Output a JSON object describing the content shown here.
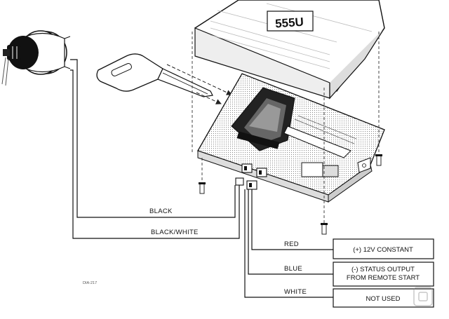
{
  "module": {
    "model_label": "555U"
  },
  "wires": [
    {
      "id": "black",
      "label": "BLACK"
    },
    {
      "id": "black-white",
      "label": "BLACK/WHITE"
    },
    {
      "id": "red",
      "label": "RED"
    },
    {
      "id": "blue",
      "label": "BLUE"
    },
    {
      "id": "white",
      "label": "WHITE"
    }
  ],
  "output_boxes": [
    {
      "id": "constant",
      "lines": [
        "(+) 12V CONSTANT"
      ]
    },
    {
      "id": "status",
      "lines": [
        "(-) STATUS OUTPUT",
        "FROM REMOTE START"
      ]
    },
    {
      "id": "not-used",
      "lines": [
        "NOT USED"
      ]
    }
  ],
  "reference": "DIA-217",
  "icons": {
    "ignition": "ignition-switch-icon",
    "key": "transponder-key-icon",
    "screw": "screw-icon"
  }
}
